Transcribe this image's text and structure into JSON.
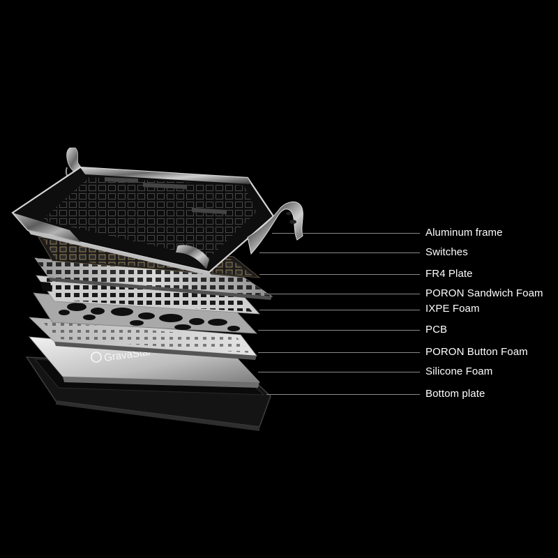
{
  "diagram": {
    "brand_mark": "GravaStar",
    "layers": [
      {
        "id": "aluminum-frame",
        "label": "Aluminum frame"
      },
      {
        "id": "switches",
        "label": "Switches"
      },
      {
        "id": "fr4-plate",
        "label": "FR4 Plate"
      },
      {
        "id": "poron-sandwich-foam",
        "label": "PORON Sandwich Foam"
      },
      {
        "id": "ixpe-foam",
        "label": "IXPE Foam"
      },
      {
        "id": "pcb",
        "label": "PCB"
      },
      {
        "id": "poron-button-foam",
        "label": "PORON Button Foam"
      },
      {
        "id": "silicone-foam",
        "label": "Silicone Foam"
      },
      {
        "id": "bottom-plate",
        "label": "Bottom plate"
      }
    ]
  }
}
